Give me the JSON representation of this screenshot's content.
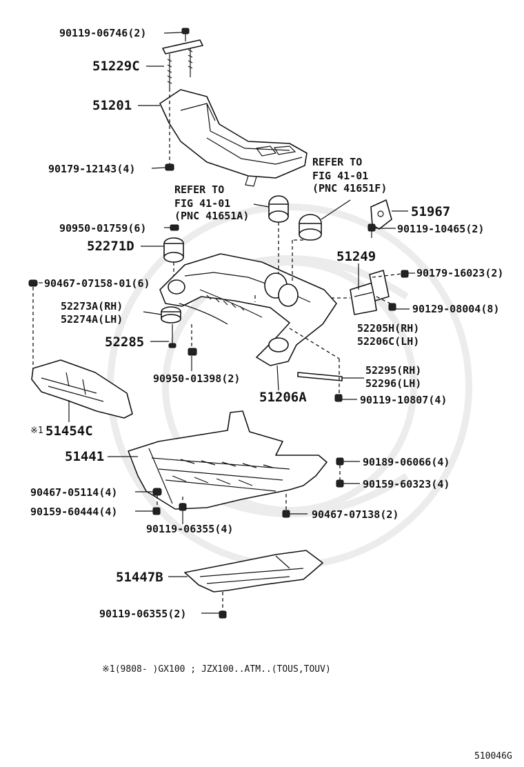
{
  "diagram_id": "510046G",
  "footnote": "※1(9808-        )GX100 ; JZX100..ATM..(TOUS,TOUV)",
  "callouts": {
    "c1": "90119-06746(2)",
    "c2": "51229C",
    "c3": "51201",
    "c4": "90179-12143(4)",
    "c5": "REFER TO",
    "c6": "FIG 41-01",
    "c7": "(PNC 41651F)",
    "c8": "REFER TO",
    "c9": "FIG 41-01",
    "c10": "(PNC 41651A)",
    "c11": "51967",
    "c12": "90119-10465(2)",
    "c13": "90950-01759(6)",
    "c14": "52271D",
    "c15": "51249",
    "c16": "90467-07158-01(6)",
    "c17": "90179-16023(2)",
    "c18": "52273A(RH)",
    "c19": "52274A(LH)",
    "c20": "90129-08004(8)",
    "c21": "52205H(RH)",
    "c22": "52206C(LH)",
    "c23": "52285",
    "c24": "52295(RH)",
    "c25": "52296(LH)",
    "c26": "90950-01398(2)",
    "c27": "51206A",
    "c28": "90119-10807(4)",
    "c29": "※1",
    "c30": "51454C",
    "c31": "51441",
    "c32": "90189-06066(4)",
    "c33": "90159-60323(4)",
    "c34": "90467-05114(4)",
    "c35": "90159-60444(4)",
    "c36": "90467-07138(2)",
    "c37": "90119-06355(4)",
    "c38": "51447B",
    "c39": "90119-06355(2)"
  }
}
